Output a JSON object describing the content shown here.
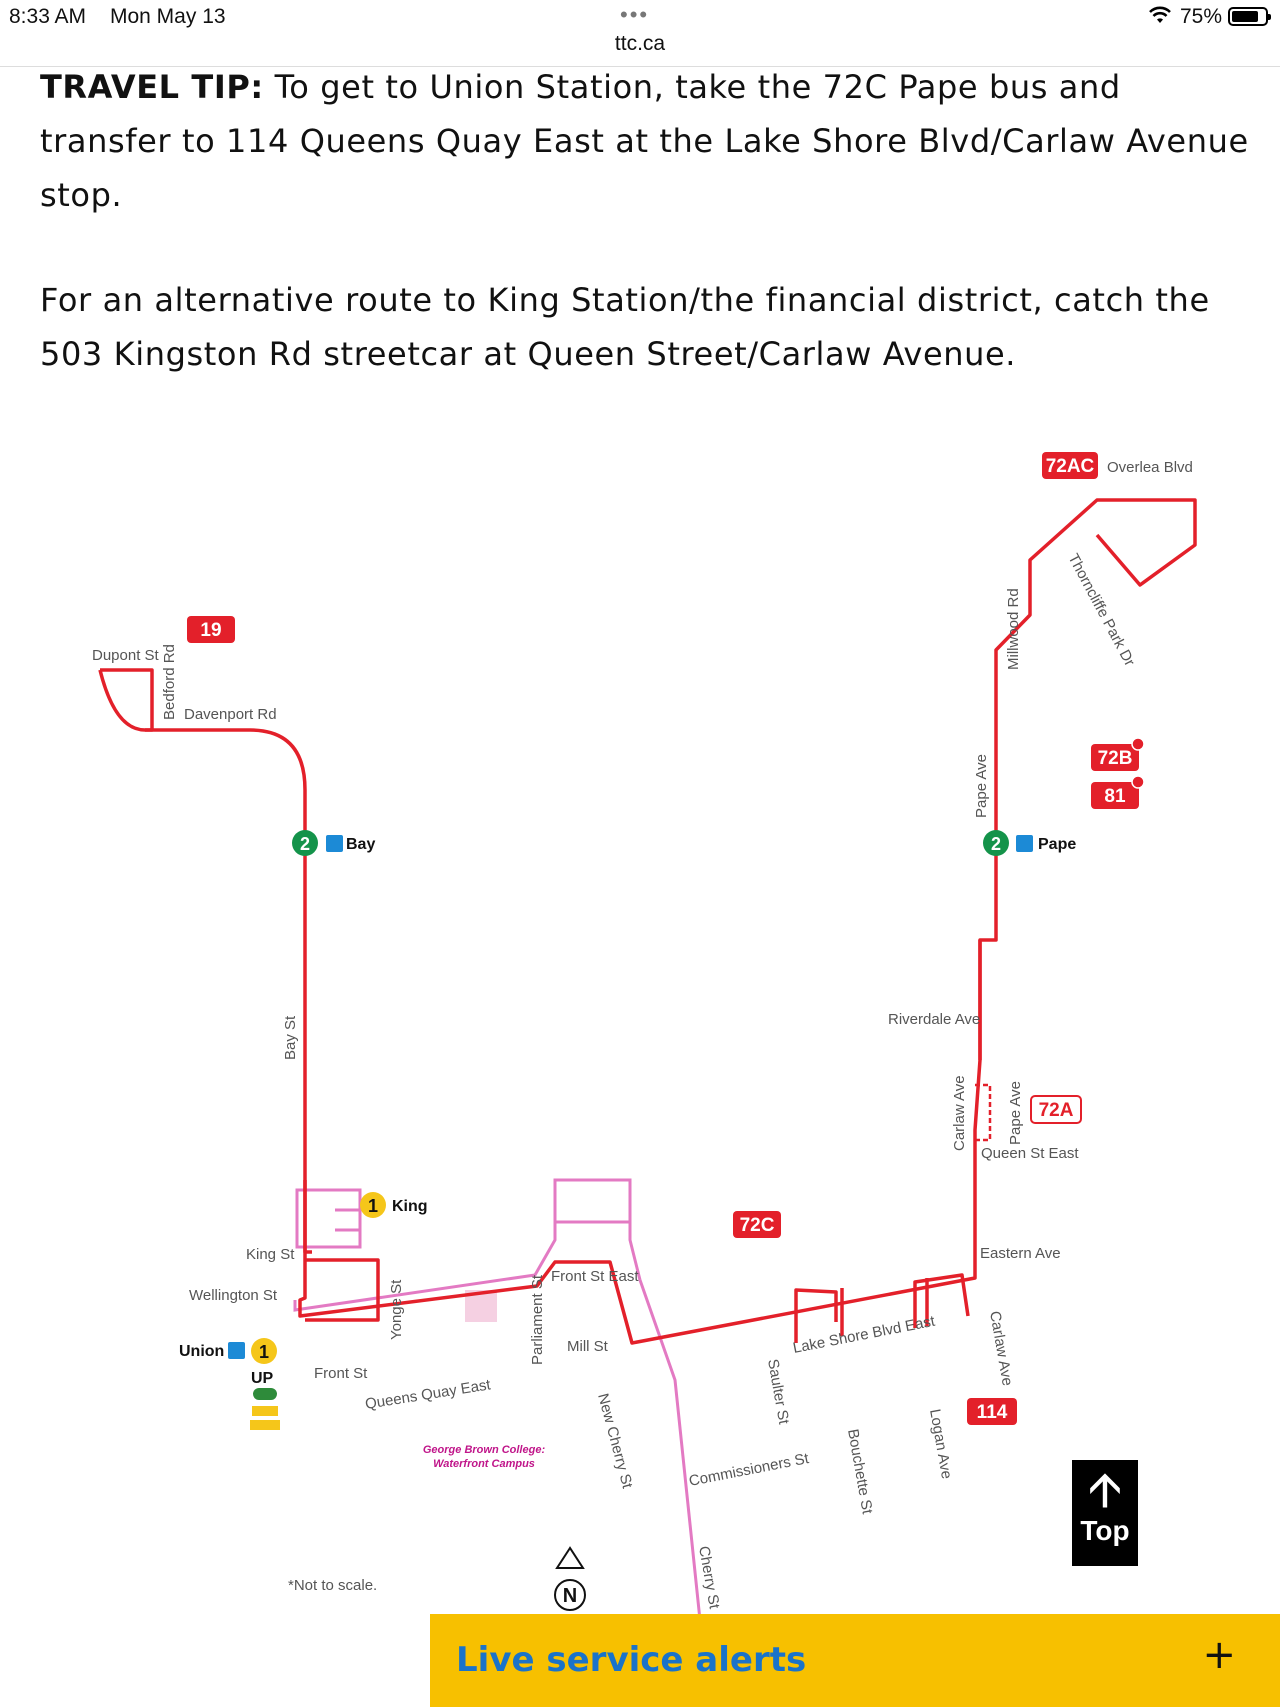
{
  "status_bar": {
    "time": "8:33 AM",
    "day": "Mon May 13",
    "battery": "75%"
  },
  "browser": {
    "url": "ttc.ca"
  },
  "content": {
    "tip_label": "TRAVEL TIP:",
    "tip_text": " To get to Union Station, take the 72C Pape bus and transfer to 114 Queens Quay East at the Lake Shore Blvd/Carlaw Avenue stop.",
    "alt_text": "For an alternative route to King Station/the financial district, catch the 503 Kingston Rd streetcar at Queen Street/Carlaw Avenue."
  },
  "map": {
    "colors": {
      "route": "#e3202a",
      "streetcar": "#e37ac3",
      "line2": "#14934a",
      "line1": "#f5c61a",
      "accessible": "#1c8ad6"
    },
    "routes": {
      "r72ac": "72AC",
      "r19": "19",
      "r72b": "72B",
      "r81": "81",
      "r72a": "72A",
      "r72c": "72C",
      "r114": "114"
    },
    "stations": {
      "bay": "Bay",
      "pape": "Pape",
      "king": "King",
      "union": "Union",
      "line2_num": "2",
      "line1_num": "1",
      "up": "UP"
    },
    "streets": {
      "overlea": "Overlea Blvd",
      "thorncliffe": "Thorncliffe Park Dr",
      "millwood": "Millwood Rd",
      "dupont": "Dupont St",
      "bedford": "Bedford Rd",
      "davenport": "Davenport Rd",
      "pape_ave": "Pape Ave",
      "riverdale": "Riverdale Ave",
      "carlaw": "Carlaw Ave",
      "queen_east": "Queen St East",
      "pape_ave2": "Pape Ave",
      "eastern": "Eastern Ave",
      "bay_st": "Bay St",
      "king_st": "King St",
      "wellington": "Wellington St",
      "yonge": "Yonge St",
      "front": "Front St",
      "parliament": "Parliament St",
      "front_east": "Front St East",
      "mill": "Mill St",
      "queens_quay": "Queens Quay East",
      "new_cherry": "New Cherry St",
      "cherry": "Cherry St",
      "lakeshore": "Lake Shore Blvd East",
      "saulter": "Saulter St",
      "bouchette": "Bouchette St",
      "commissioners": "Commissioners St",
      "logan": "Logan Ave",
      "carlaw2": "Carlaw Ave"
    },
    "college": "George Brown College:",
    "college2": "Waterfront Campus",
    "note": "*Not to scale.",
    "north": "N"
  },
  "top_button": {
    "arrow": "🡩",
    "label": "Top"
  },
  "alerts": {
    "label": "Live service alerts",
    "toggle": "+"
  }
}
